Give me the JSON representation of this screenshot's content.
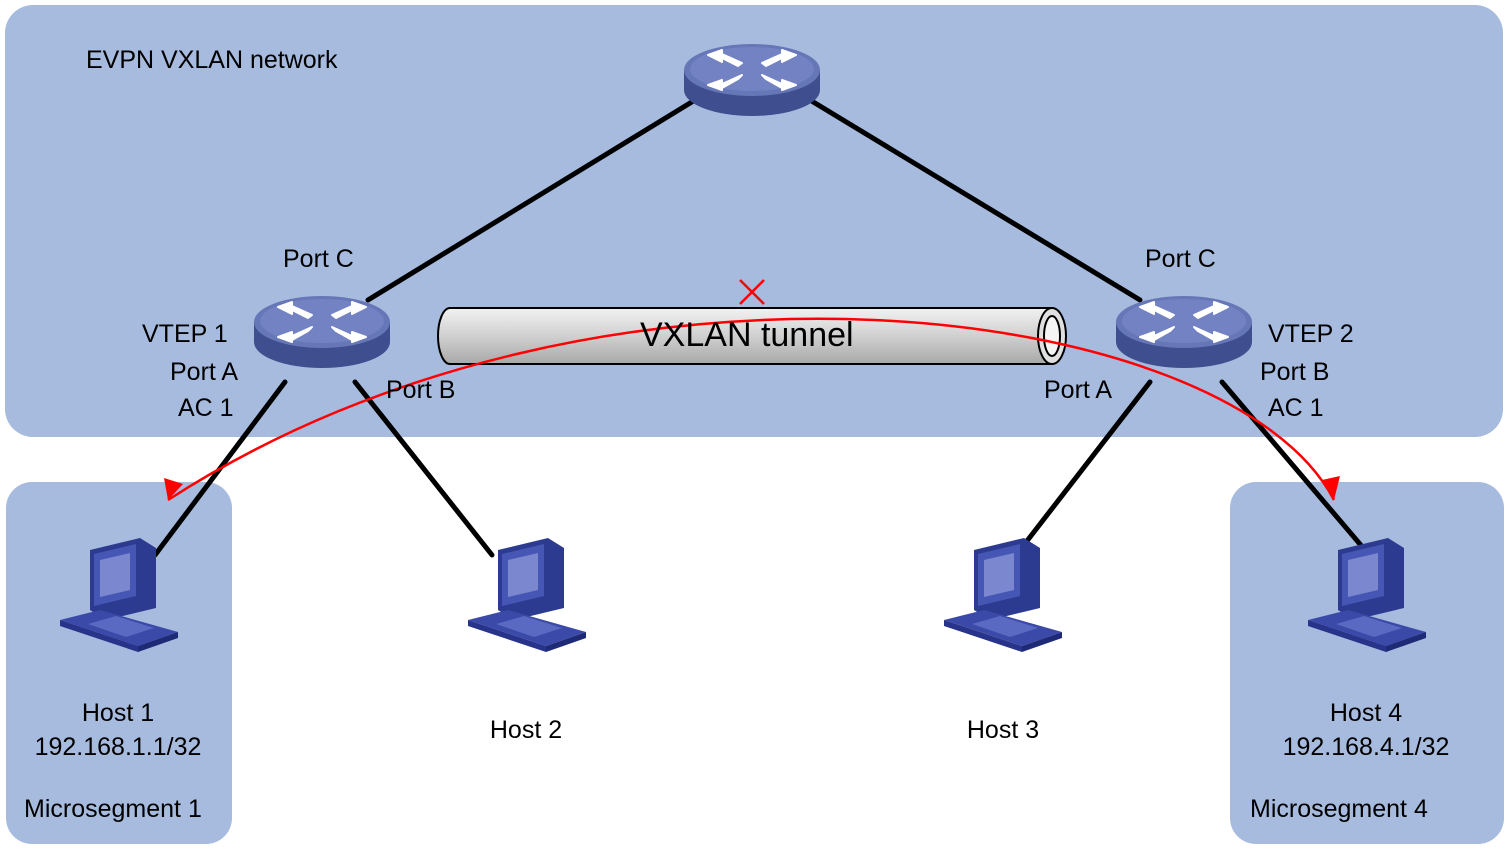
{
  "network": {
    "title": "EVPN VXLAN network",
    "tunnel_label": "VXLAN tunnel"
  },
  "vtep1": {
    "name": "VTEP 1",
    "port_c": "Port C",
    "port_a": "Port A",
    "ac": "AC 1",
    "port_b": "Port B"
  },
  "vtep2": {
    "name": "VTEP 2",
    "port_c": "Port C",
    "port_a": "Port A",
    "port_b": "Port B",
    "ac": "AC 1"
  },
  "hosts": [
    {
      "name": "Host 1",
      "ip": "192.168.1.1/32"
    },
    {
      "name": "Host 2"
    },
    {
      "name": "Host 3"
    },
    {
      "name": "Host 4",
      "ip": "192.168.4.1/32"
    }
  ],
  "microsegments": [
    "Microsegment 1",
    "Microsegment 4"
  ],
  "colors": {
    "region_fill": "#a7bbde",
    "device_blue": "#4a5a9e",
    "device_top": "#6a7bbb",
    "link": "#000000",
    "blocked_path": "#ff0000",
    "tunnel_fill": "#d3d3d3"
  }
}
